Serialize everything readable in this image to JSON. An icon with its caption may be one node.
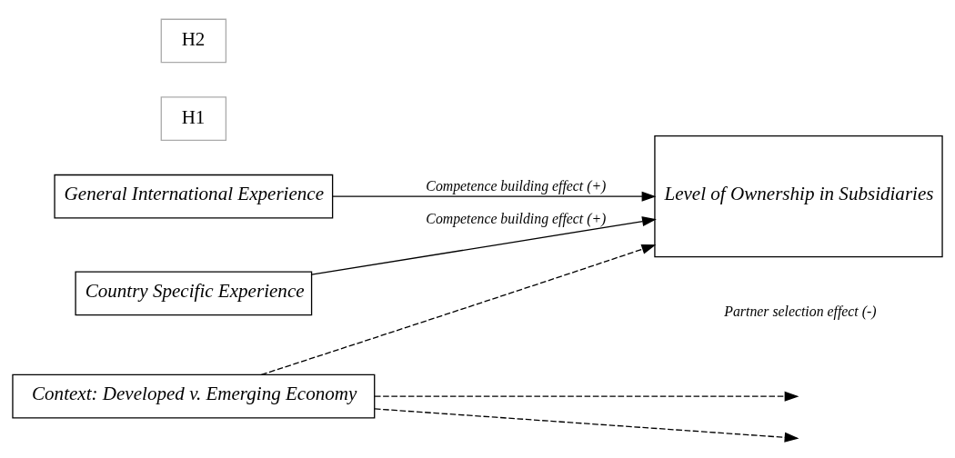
{
  "diagram": {
    "nodes": [
      {
        "text": [
          "General International Experience"
        ]
      },
      {
        "text": [
          "Country Specific Experience"
        ]
      },
      {
        "text": [
          "Level of Ownership in Subsidiaries"
        ]
      },
      {
        "text": [
          "Context: Developed v. Emerging Economy"
        ]
      },
      {
        "text": [
          "H1"
        ]
      },
      {
        "text": [
          "H2"
        ]
      }
    ],
    "edges": [
      {
        "from": 0,
        "to": 2,
        "arrow": "to",
        "label": "Competence building effect (+)"
      },
      {
        "from": 1,
        "to": 2,
        "arrow": "to",
        "label": "Competence building effect (+)"
      },
      {
        "from": 3,
        "to": null,
        "arrow": "to",
        "style": "dashed"
      },
      {
        "from": 3,
        "to": null,
        "arrow": "to",
        "style": "dashed"
      },
      {
        "from": 3,
        "to": 2,
        "arrow": "to",
        "style": "dashed"
      }
    ],
    "labels": [
      "Partner selection effect (-)"
    ]
  }
}
